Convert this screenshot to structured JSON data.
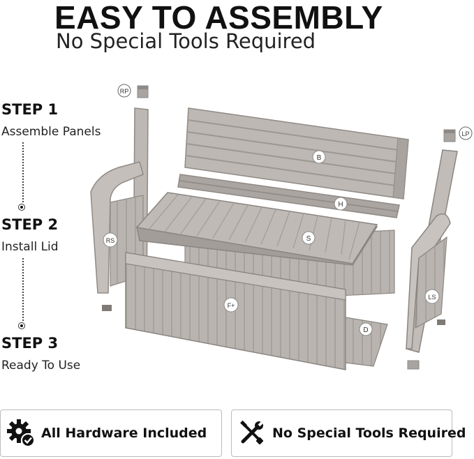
{
  "header": {
    "title": "EASY TO ASSEMBLY",
    "subtitle": "No Special Tools Required"
  },
  "steps": [
    {
      "title": "STEP 1",
      "desc": "Assemble Panels"
    },
    {
      "title": "STEP 2",
      "desc": "Install Lid"
    },
    {
      "title": "STEP 3",
      "desc": "Ready To Use"
    }
  ],
  "parts": {
    "rp": "RP",
    "lp": "LP",
    "b": "B",
    "h": "H",
    "rs": "RS",
    "s": "S",
    "f": "F+",
    "d": "D",
    "ls": "LS"
  },
  "badges": {
    "hardware": "All Hardware Included",
    "tools": "No Special Tools Required"
  },
  "colors": {
    "panel": "#b8b3ae",
    "panel_dark": "#9c9792",
    "panel_light": "#cfcbc7"
  }
}
